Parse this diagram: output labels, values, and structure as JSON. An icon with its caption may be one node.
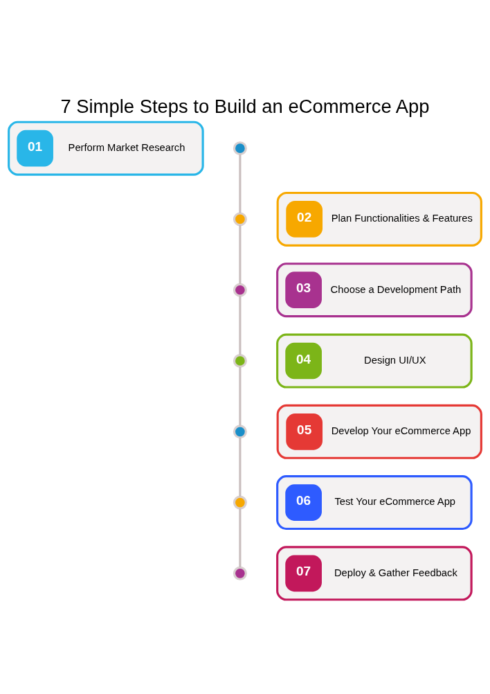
{
  "diagram": {
    "title": "7 Simple Steps to Build an eCommerce App",
    "nodes": [
      {
        "text": [
          "01",
          "Perform Market Research"
        ]
      },
      {
        "text": [],
        "shape": "circle"
      },
      {
        "text": [],
        "shape": "circle"
      },
      {
        "text": [
          "02",
          "Plan Functionalities & Features"
        ]
      },
      {
        "text": [
          "03",
          "Choose a Development Path"
        ]
      },
      {
        "text": [],
        "shape": "circle"
      },
      {
        "text": [],
        "shape": "circle"
      },
      {
        "text": [
          "04",
          "Design UI/UX"
        ]
      },
      {
        "text": [
          "05",
          "Develop Your eCommerce App"
        ]
      },
      {
        "text": [],
        "shape": "circle"
      },
      {
        "text": [],
        "shape": "circle"
      },
      {
        "text": [
          "06",
          "Test Your eCommerce App"
        ]
      },
      {
        "text": [
          "07",
          "Deploy & Gather Feedback"
        ]
      },
      {
        "text": [],
        "shape": "circle"
      }
    ],
    "edges": [
      {
        "from": 1,
        "to": 2,
        "arrow": "none"
      },
      {
        "from": 2,
        "to": 5,
        "arrow": "none"
      },
      {
        "from": 5,
        "to": 6,
        "arrow": "none"
      },
      {
        "from": 6,
        "to": 9,
        "arrow": "none"
      },
      {
        "from": 9,
        "to": 10,
        "arrow": "none"
      },
      {
        "from": 10,
        "to": 13,
        "arrow": "none"
      }
    ]
  }
}
